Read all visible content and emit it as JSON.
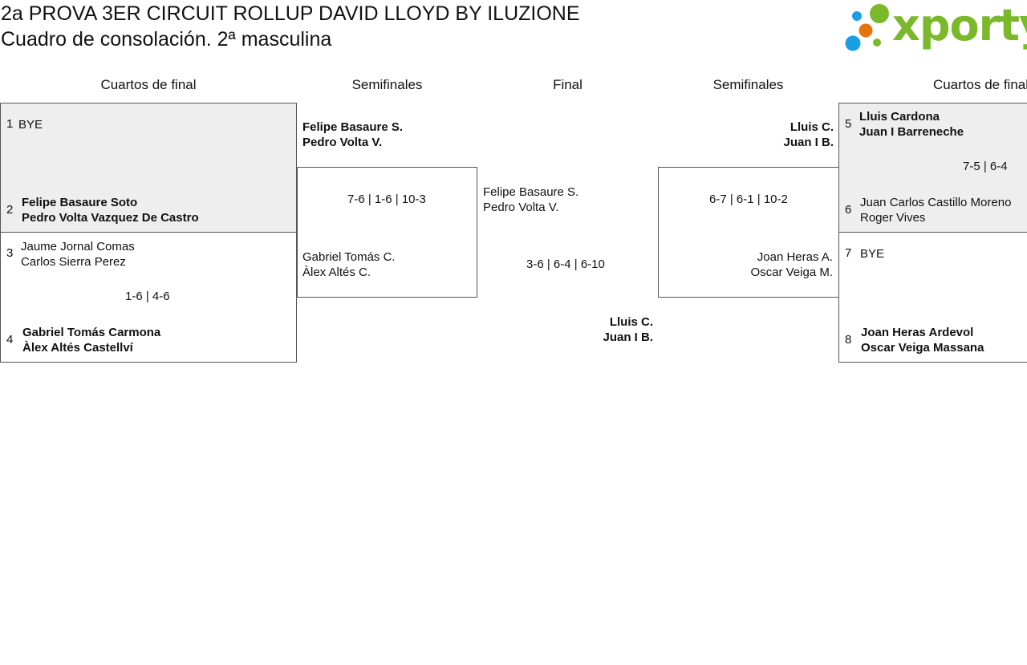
{
  "header": {
    "title": "2a PROVA 3ER CIRCUIT ROLLUP DAVID LLOYD BY ILUZIONE",
    "subtitle": "Cuadro de consolación. 2ª masculina"
  },
  "logo": {
    "text": "xporty",
    "colors": {
      "blue": "#1a9ee4",
      "orange": "#e8730c",
      "green": "#7ab929"
    }
  },
  "rounds": {
    "left_qf": "Cuartos de final",
    "left_sf": "Semifinales",
    "final": "Final",
    "right_sf": "Semifinales",
    "right_qf": "Cuartos de final"
  },
  "left_qf": {
    "m1": {
      "p1": {
        "seed": "1",
        "name": "BYE"
      },
      "p2": {
        "seed": "2",
        "name1": "Felipe Basaure Soto",
        "name2": "Pedro Volta Vazquez De Castro"
      }
    },
    "m2": {
      "p1": {
        "seed": "3",
        "name1": "Jaume Jornal Comas",
        "name2": "Carlos Sierra Perez"
      },
      "score": "1-6 | 4-6",
      "p2": {
        "seed": "4",
        "name1": "Gabriel Tomás Carmona",
        "name2": "Àlex Altés Castellví"
      }
    }
  },
  "left_sf": {
    "top": {
      "name1": "Felipe Basaure S.",
      "name2": "Pedro Volta V."
    },
    "score": "7-6 | 1-6 | 10-3",
    "bottom": {
      "name1": "Gabriel Tomás C.",
      "name2": "Àlex Altés C."
    }
  },
  "final": {
    "top": {
      "name1": "Felipe Basaure S.",
      "name2": "Pedro Volta V."
    },
    "score": "3-6 | 6-4 | 6-10",
    "bottom": {
      "name1": "Lluis C.",
      "name2": "Juan I B."
    }
  },
  "right_sf": {
    "top": {
      "name1": "Lluis C.",
      "name2": "Juan I B."
    },
    "score": "6-7 | 6-1 | 10-2",
    "bottom": {
      "name1": "Joan Heras A.",
      "name2": "Oscar Veiga M."
    }
  },
  "right_qf": {
    "m1": {
      "p1": {
        "seed": "5",
        "name1": "Lluis Cardona",
        "name2": "Juan I Barreneche"
      },
      "score": "7-5 | 6-4",
      "p2": {
        "seed": "6",
        "name1": "Juan Carlos Castillo Moreno",
        "name2": "Roger Vives"
      }
    },
    "m2": {
      "p1": {
        "seed": "7",
        "name": "BYE"
      },
      "p2": {
        "seed": "8",
        "name1": "Joan Heras Ardevol",
        "name2": "Oscar Veiga Massana"
      }
    }
  }
}
